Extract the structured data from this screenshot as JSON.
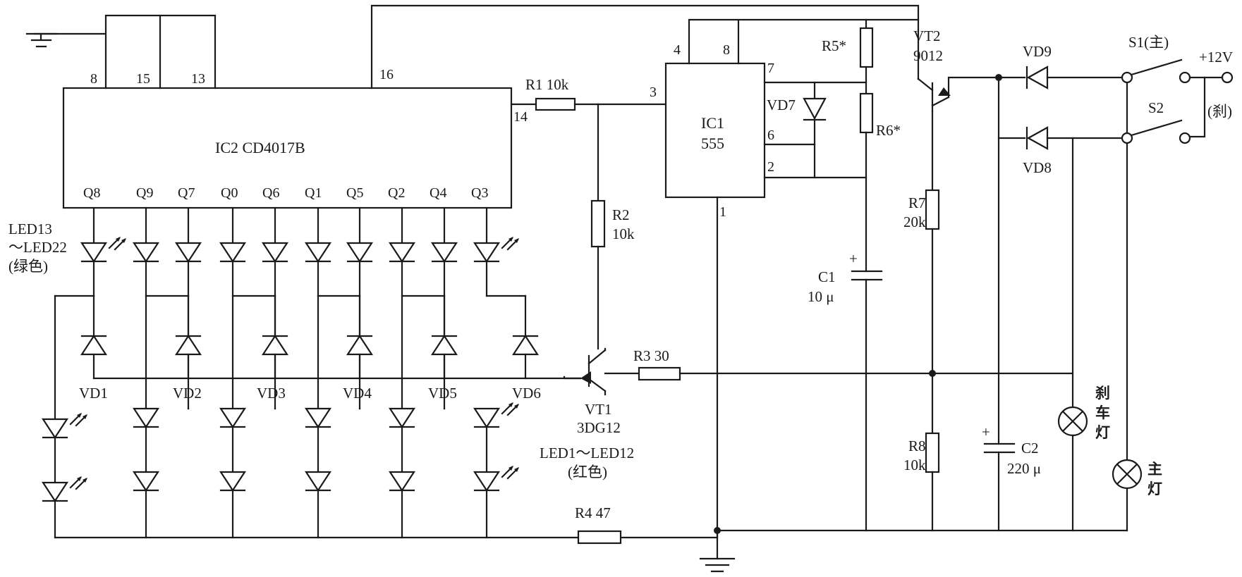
{
  "ic2": {
    "label": "IC2  CD4017B",
    "top_pins": [
      "8",
      "15",
      "13",
      "16"
    ],
    "side_pin": "14",
    "outputs": [
      "Q8",
      "Q9",
      "Q7",
      "Q0",
      "Q6",
      "Q1",
      "Q5",
      "Q2",
      "Q4",
      "Q3"
    ]
  },
  "ic1": {
    "label1": "IC1",
    "label2": "555",
    "pins": [
      "4",
      "8",
      "7",
      "3",
      "6",
      "2",
      "1"
    ]
  },
  "resistors": {
    "r1": "R1  10k",
    "r2_name": "R2",
    "r2_value": "10k",
    "r3": "R3  30",
    "r4": "R4  47",
    "r5": "R5*",
    "r6": "R6*",
    "r7_name": "R7",
    "r7_value": "20k",
    "r8_name": "R8",
    "r8_value": "10k"
  },
  "capacitors": {
    "c1_name": "C1",
    "c1_value": "10 μ",
    "c2_name": "C2",
    "c2_value": "220 μ",
    "plus": "+"
  },
  "transistors": {
    "vt1_name": "VT1",
    "vt1_type": "3DG12",
    "vt2_name": "VT2",
    "vt2_type": "9012"
  },
  "diodes": {
    "vd1": "VD1",
    "vd2": "VD2",
    "vd3": "VD3",
    "vd4": "VD4",
    "vd5": "VD5",
    "vd6": "VD6",
    "vd7": "VD7",
    "vd8": "VD8",
    "vd9": "VD9"
  },
  "leds": {
    "green_l1": "LED13",
    "green_l2": "～LED22",
    "green_l3": "(绿色)",
    "red_l1": "LED1～LED12",
    "red_l2": "(红色)"
  },
  "switches": {
    "s1": "S1(主)",
    "s2": "S2",
    "supply": "+12V",
    "brake_mark": "(刹)"
  },
  "lamps": {
    "brake": [
      "刹",
      "车",
      "灯"
    ],
    "main": [
      "主",
      "灯"
    ]
  }
}
